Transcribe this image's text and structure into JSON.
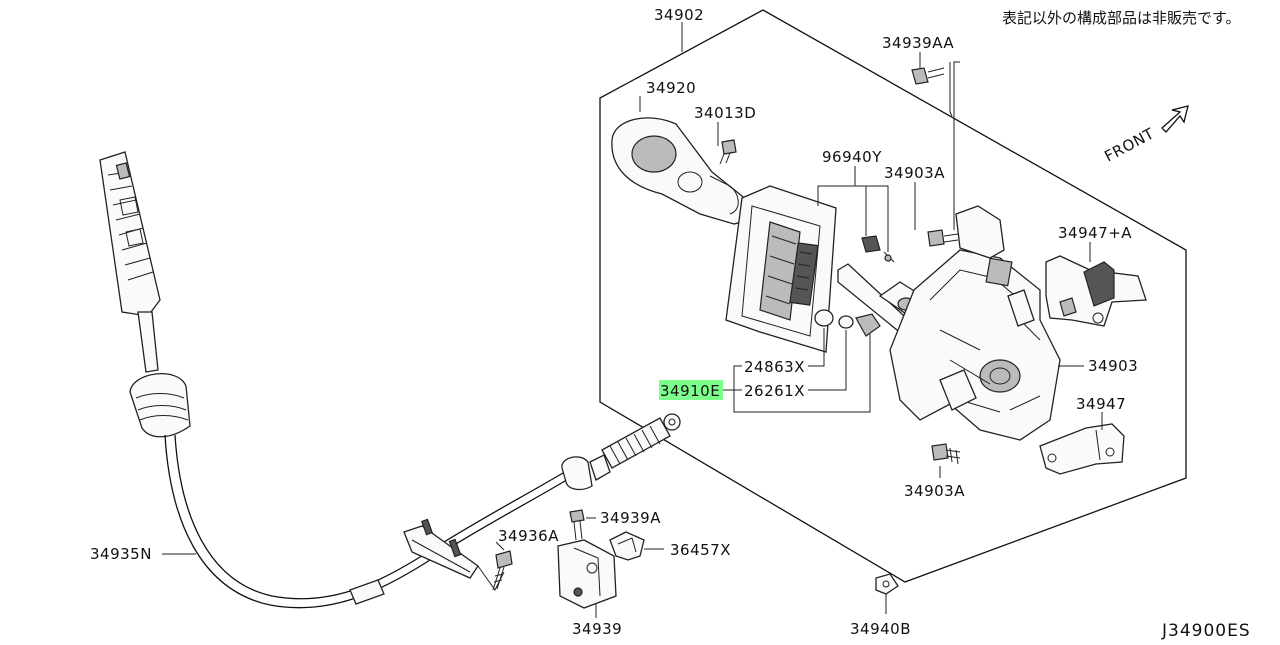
{
  "diagram": {
    "note": "表記以外の構成部品は非販売です。",
    "reference_code": "J34900ES",
    "front_label": "FRONT",
    "highlight_color": "#7dff8c",
    "labels": {
      "p34902": "34902",
      "p34920": "34920",
      "p34013D": "34013D",
      "p34939AA": "34939AA",
      "p96940Y": "96940Y",
      "p34903A_top": "34903A",
      "p34947A": "34947+A",
      "p34903": "34903",
      "p34947": "34947",
      "p34903A_bottom": "34903A",
      "p24863X": "24863X",
      "p34910E": "34910E",
      "p26261X": "26261X",
      "p34935N": "34935N",
      "p34936A": "34936A",
      "p34939A": "34939A",
      "p36457X": "36457X",
      "p34939": "34939",
      "p34940B": "34940B"
    }
  }
}
